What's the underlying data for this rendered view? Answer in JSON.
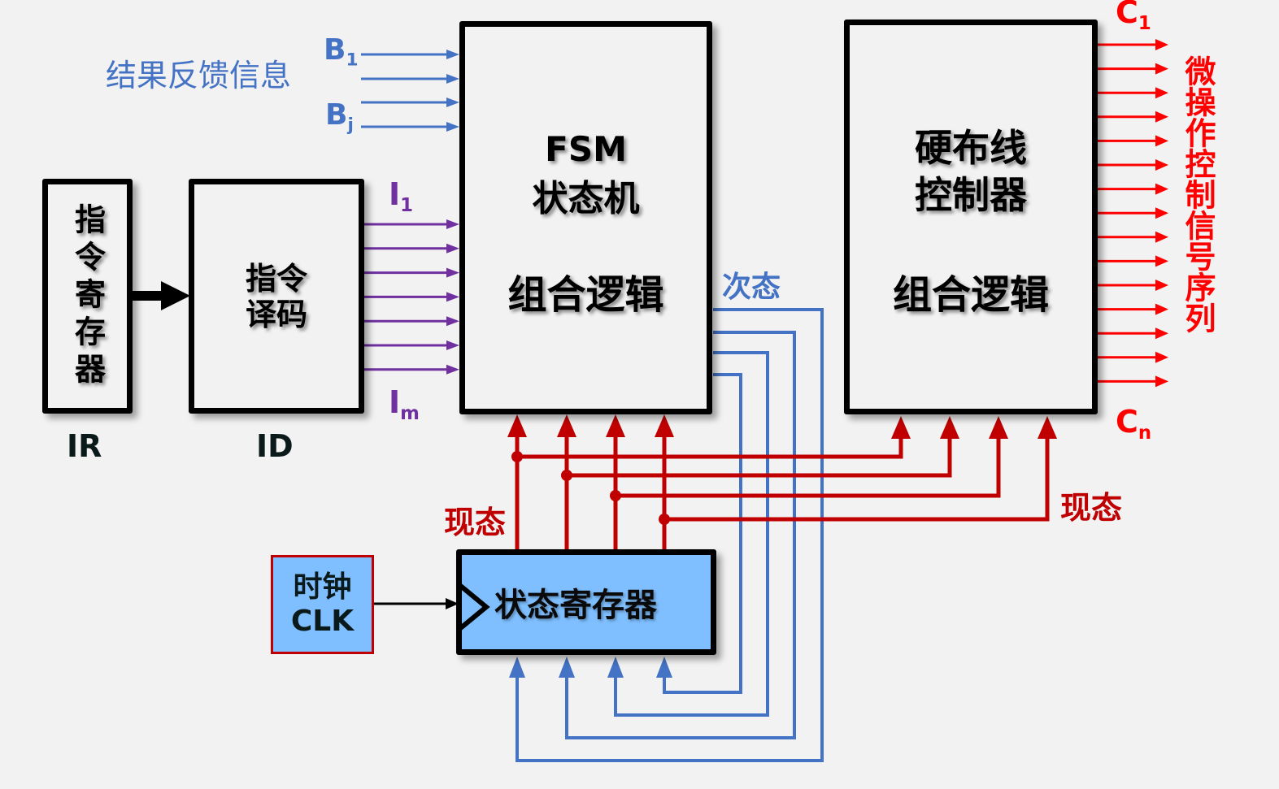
{
  "feedback": {
    "label": "结果反馈信息",
    "b_first": {
      "base": "B",
      "sub": "1"
    },
    "b_last": {
      "base": "B",
      "sub": "j"
    },
    "color": "#4472c4"
  },
  "ir": {
    "text": "指令寄存器",
    "caption": "IR"
  },
  "id": {
    "text_line1": "指令",
    "text_line2": "译码",
    "caption": "ID"
  },
  "instr_signals": {
    "first": {
      "base": "I",
      "sub": "1"
    },
    "last": {
      "base": "I",
      "sub": "m"
    },
    "count": 7,
    "color": "#7030a0"
  },
  "fsm": {
    "line1": "FSM",
    "line2": "状态机",
    "line3": "组合逻辑"
  },
  "next_state": {
    "label": "次态",
    "color": "#4472c4",
    "count": 4
  },
  "controller": {
    "line1": "硬布线",
    "line2": "控制器",
    "line3": "组合逻辑"
  },
  "control_signals": {
    "first": {
      "base": "C",
      "sub": "1"
    },
    "last": {
      "base": "C",
      "sub": "n"
    },
    "label": "微操作控制信号序列",
    "count": 15,
    "color": "#ff0000"
  },
  "current_state": {
    "label_left": "现态",
    "label_right": "现态",
    "color": "#c00000",
    "count": 4
  },
  "clock": {
    "line1": "时钟",
    "line2": "CLK"
  },
  "state_register": {
    "label": "状态寄存器",
    "fill": "#7fbfff"
  }
}
